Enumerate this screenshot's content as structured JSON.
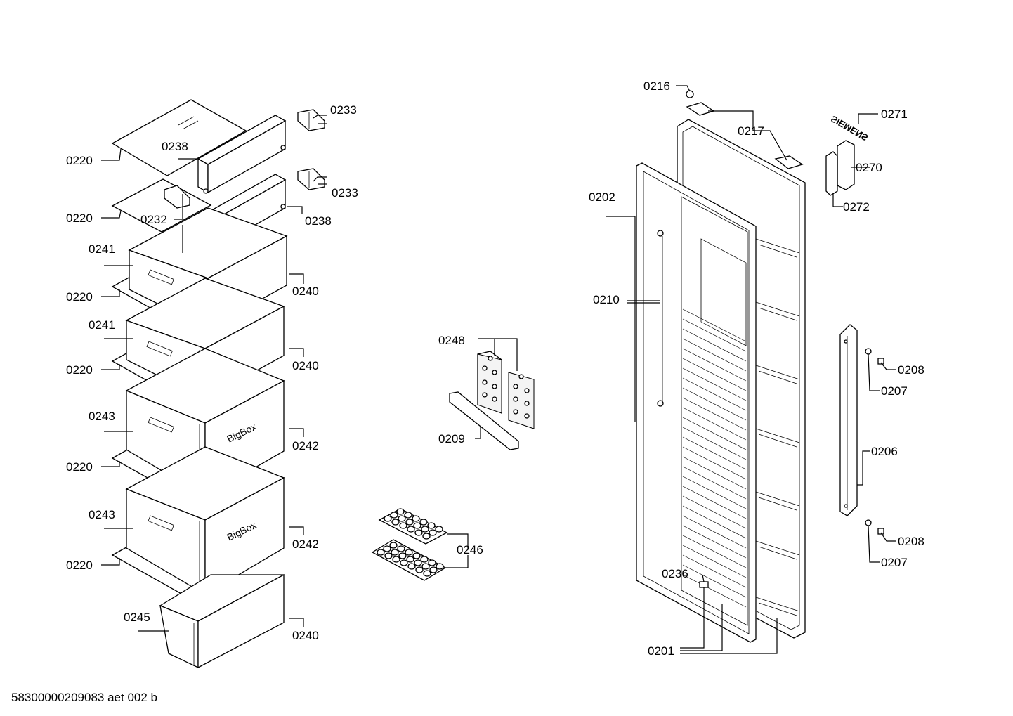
{
  "document_id": "58300000209083 aet 002 b",
  "brand_mark": "SIEMENS",
  "drawer_front_text": "BigBox",
  "labels": {
    "l0216": "0216",
    "l0217": "0217",
    "l0271": "0271",
    "l0270": "0270",
    "l0272": "0272",
    "l0202": "0202",
    "l0210": "0210",
    "l0208a": "0208",
    "l0207a": "0207",
    "l0206": "0206",
    "l0208b": "0208",
    "l0207b": "0207",
    "l0236": "0236",
    "l0201": "0201",
    "l0233a": "0233",
    "l0233b": "0233",
    "l0238a": "0238",
    "l0238b": "0238",
    "l0232": "0232",
    "l0220a": "0220",
    "l0220b": "0220",
    "l0220c": "0220",
    "l0220d": "0220",
    "l0220e": "0220",
    "l0220f": "0220",
    "l0241a": "0241",
    "l0241b": "0241",
    "l0240a": "0240",
    "l0240b": "0240",
    "l0240c": "0240",
    "l0243a": "0243",
    "l0243b": "0243",
    "l0242a": "0242",
    "l0242b": "0242",
    "l0245": "0245",
    "l0248": "0248",
    "l0209": "0209",
    "l0246": "0246"
  }
}
